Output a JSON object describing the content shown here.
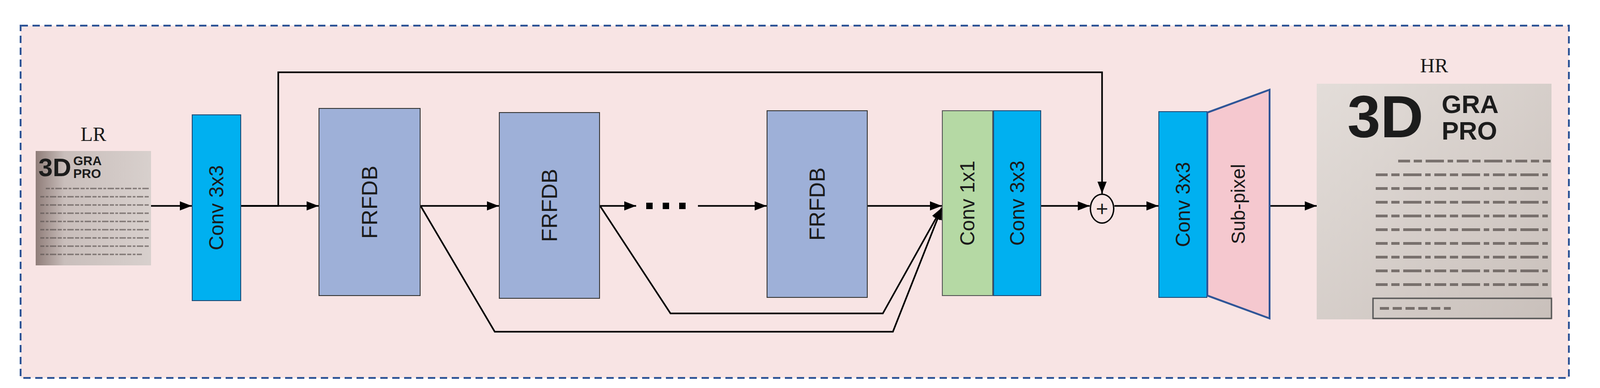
{
  "diagram": {
    "nodes": [
      {
        "text": [
          "LR"
        ]
      },
      {
        "text": [
          "Conv 3x3"
        ]
      },
      {
        "text": [
          "FRFDB"
        ]
      },
      {
        "text": [
          "FRFDB"
        ]
      },
      {
        "text": [
          "FRFDB"
        ]
      },
      {
        "text": [
          "Conv 1x1"
        ]
      },
      {
        "text": [
          "Conv 3x3"
        ]
      },
      {
        "text": [
          "+"
        ]
      },
      {
        "text": [
          "Conv 3x3"
        ]
      },
      {
        "text": [
          "Sub-pixel"
        ]
      },
      {
        "text": [
          "HR"
        ]
      }
    ],
    "edges": [
      {
        "from": 0,
        "to": 1,
        "arrow": "to"
      },
      {
        "from": 1,
        "to": 2,
        "arrow": "to"
      },
      {
        "from": 1,
        "to": 7,
        "arrow": "to"
      },
      {
        "from": 2,
        "to": 3,
        "arrow": "to"
      },
      {
        "from": 3,
        "to": 4,
        "arrow": "to"
      },
      {
        "from": 4,
        "to": 5,
        "arrow": "to"
      },
      {
        "from": 2,
        "to": 5,
        "arrow": "to"
      },
      {
        "from": 3,
        "to": 5,
        "arrow": "to"
      },
      {
        "from": 6,
        "to": 7,
        "arrow": "to"
      },
      {
        "from": 7,
        "to": 8,
        "arrow": "to"
      },
      {
        "from": 9,
        "to": 10,
        "arrow": "to"
      }
    ],
    "labels": [
      "3D",
      "GRA",
      "PRO",
      "3D",
      "GRA",
      "PRO"
    ]
  }
}
